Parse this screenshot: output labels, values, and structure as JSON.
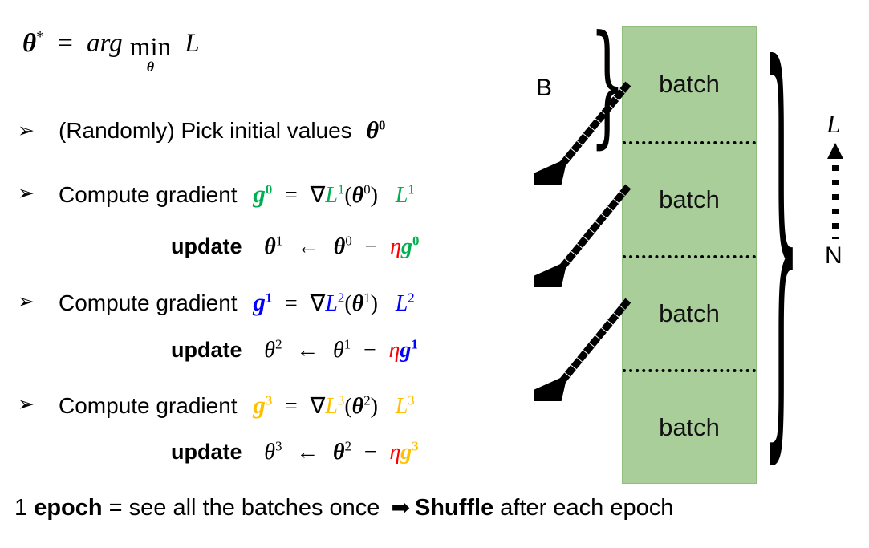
{
  "slide": {
    "title_equation": {
      "theta_star": "θ",
      "star": "*",
      "equals": "=",
      "arg": "arg",
      "min": "min",
      "min_under": "θ",
      "loss": "L"
    },
    "colors": {
      "green": "#00B050",
      "blue": "#0000FF",
      "amber": "#FFC000",
      "red": "#FF0000",
      "batch_fill": "#A9CE9A",
      "batch_border": "#8FBE7E",
      "text": "#000000"
    },
    "bullets": [
      {
        "marker": "➢",
        "kind": "init",
        "text": "(Randomly) Pick initial values",
        "symbol": "θ",
        "symbol_sup": "0"
      },
      {
        "marker": "➢",
        "kind": "gradient",
        "text": "Compute gradient",
        "g": "g",
        "g_sup": "0",
        "equals": "=",
        "nabla": "∇",
        "L": "L",
        "L_sup": "1",
        "theta": "θ",
        "theta_sup": "0",
        "tail_L": "L",
        "tail_L_sup": "1",
        "color": "#00B050"
      },
      {
        "marker": "",
        "kind": "update",
        "label": "update",
        "theta_new": "θ",
        "theta_new_sup": "1",
        "arrow": "←",
        "theta_old": "θ",
        "theta_old_sup": "0",
        "minus": "−",
        "eta": "η",
        "g": "g",
        "g_sup": "0",
        "color": "#00B050"
      },
      {
        "marker": "➢",
        "kind": "gradient",
        "text": "Compute gradient",
        "g": "g",
        "g_sup": "1",
        "equals": "=",
        "nabla": "∇",
        "L": "L",
        "L_sup": "2",
        "theta": "θ",
        "theta_sup": "1",
        "tail_L": "L",
        "tail_L_sup": "2",
        "color": "#0000FF"
      },
      {
        "marker": "",
        "kind": "update",
        "label": "update",
        "theta_new": "θ",
        "theta_new_sup": "2",
        "arrow": "←",
        "theta_old": "θ",
        "theta_old_sup": "1",
        "minus": "−",
        "eta": "η",
        "g": "g",
        "g_sup": "1",
        "color": "#0000FF"
      },
      {
        "marker": "➢",
        "kind": "gradient",
        "text": "Compute gradient",
        "g": "g",
        "g_sup": "3",
        "equals": "=",
        "nabla": "∇",
        "L": "L",
        "L_sup": "3",
        "theta": "θ",
        "theta_sup": "2",
        "tail_L": "L",
        "tail_L_sup": "3",
        "color": "#FFC000"
      },
      {
        "marker": "",
        "kind": "update",
        "label": "update",
        "theta_new": "θ",
        "theta_new_sup": "3",
        "arrow": "←",
        "theta_old": "θ",
        "theta_old_sup": "2",
        "minus": "−",
        "eta": "η",
        "g": "g",
        "g_sup": "3",
        "color": "#FFC000"
      }
    ],
    "summary": {
      "lead": "1 ",
      "epoch_bold": "epoch",
      "middle": " = see all the batches once ",
      "arrow": "➡",
      "shuffle_bold": "Shuffle",
      "tail": " after each epoch"
    },
    "diagram": {
      "batches": [
        "batch",
        "batch",
        "batch",
        "batch"
      ],
      "label_B": "B",
      "label_N": "N",
      "label_L": "L",
      "brace_glyph": "}",
      "brace_left_glyph": "}"
    }
  }
}
